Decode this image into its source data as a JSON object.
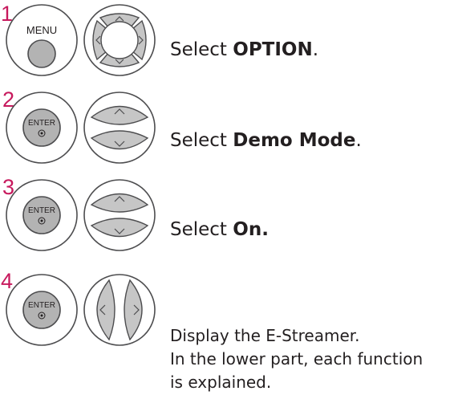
{
  "steps": [
    {
      "number": "1",
      "button": "MENU",
      "text_prefix": "Select ",
      "text_bold": "OPTION",
      "text_suffix": "."
    },
    {
      "number": "2",
      "button": "ENTER",
      "text_prefix": "Select ",
      "text_bold": "Demo Mode",
      "text_suffix": "."
    },
    {
      "number": "3",
      "button": "ENTER",
      "text_prefix": "Select ",
      "text_bold": "On.",
      "text_suffix": ""
    },
    {
      "number": "4",
      "button": "ENTER",
      "description": [
        "Display the E-Streamer.",
        "In the lower part, each function",
        "is  explained."
      ]
    }
  ],
  "icons": {
    "step1_nav": "four-way-navigation-pad-icon",
    "step2_nav": "up-down-navigation-icon",
    "step3_nav": "up-down-navigation-icon",
    "step4_nav": "left-right-navigation-icon"
  }
}
